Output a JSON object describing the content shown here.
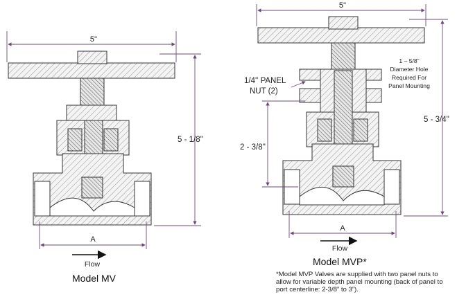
{
  "mv": {
    "width_label": "5''",
    "height_label": "5 - 1/8''",
    "port_label": "A",
    "flow_label": "Flow",
    "model_label": "Model MV"
  },
  "mvp": {
    "width_label": "5''",
    "height_label": "5 - 3/4''",
    "port_label": "A",
    "flow_label": "Flow",
    "model_label": "Model MVP*",
    "panel_nut_label_line1": "1/4'' PANEL",
    "panel_nut_label_line2": "NUT (2)",
    "depth_label": "2 - 3/8''",
    "hole_note_line1": "1 – 5/8”",
    "hole_note_line2": "Diameter Hole",
    "hole_note_line3": "Required For",
    "hole_note_line4": "Panel Mounting",
    "footnote": "*Model MVP Valves are supplied with two panel nuts to allow for variable depth panel mounting (back of panel to port centerline: 2-3/8” to 3”)."
  },
  "colors": {
    "dimension_line": "#6a4a7a",
    "outline": "#333333"
  }
}
